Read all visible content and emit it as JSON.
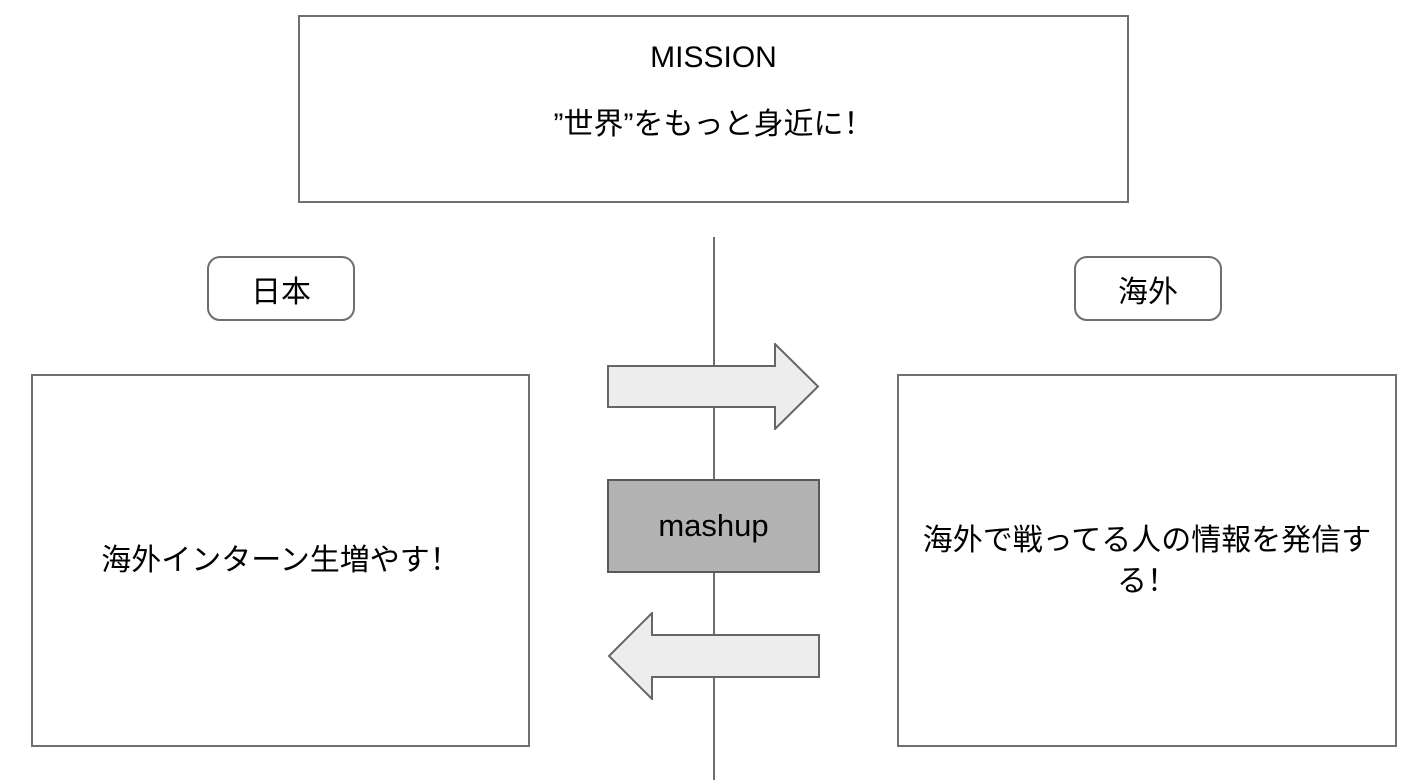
{
  "diagram": {
    "mission": {
      "title": "MISSION",
      "subtitle": "”世界”をもっと身近に！"
    },
    "japan": {
      "label": "日本",
      "goal": "海外インターン生増やす！"
    },
    "overseas": {
      "label": "海外",
      "goal": "海外で戦ってる人の情報を発信する！"
    },
    "center": {
      "mashup_label": "mashup",
      "icons": {
        "arrow_right": "arrow-right-icon",
        "arrow_left": "arrow-left-icon"
      }
    },
    "colors": {
      "shape_border": "#6f6f6f",
      "divider_line": "#6e6e6e",
      "arrow_fill": "#ededed",
      "arrow_border": "#666666",
      "mashup_fill": "#b3b3b3",
      "mashup_border": "#595959",
      "text": "#000000",
      "background": "#ffffff"
    }
  }
}
